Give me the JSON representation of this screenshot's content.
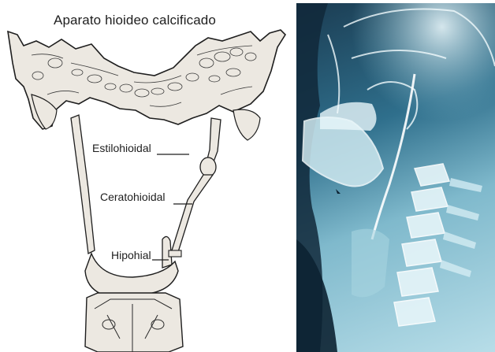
{
  "figure": {
    "title": "Aparato hioideo calcificado",
    "labels": {
      "estilohioidal": "Estilohioidal",
      "ceratohioidal": "Ceratohioidal",
      "hipohial": "Hipohial"
    }
  },
  "colors": {
    "ink": "#1e1e1e",
    "bone_fill": "#ebe7e0",
    "xray_dark": "#1b3c52",
    "xray_light": "#b7dde8"
  }
}
